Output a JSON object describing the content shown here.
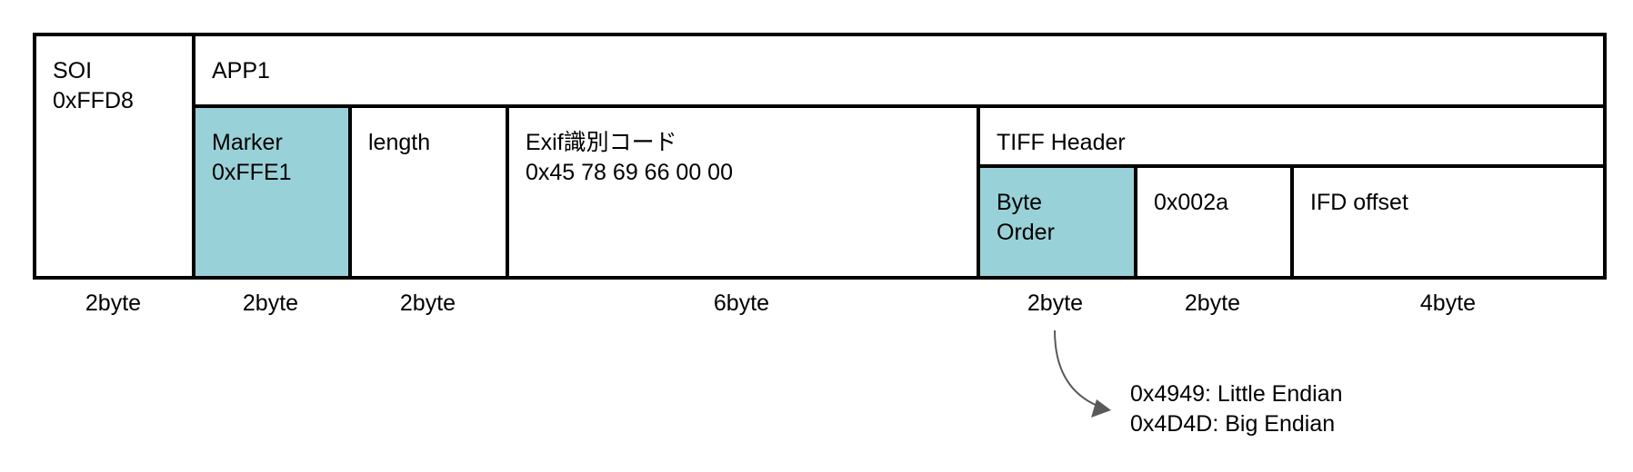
{
  "cells": {
    "soi": {
      "label": "SOI\n0xFFD8"
    },
    "app1": {
      "label": "APP1"
    },
    "marker": {
      "label": "Marker\n0xFFE1"
    },
    "length": {
      "label": "length"
    },
    "exif": {
      "label": "Exif識別コード\n0x45 78 69 66 00 00"
    },
    "tiff": {
      "label": "TIFF Header"
    },
    "byte_order": {
      "label": "Byte\nOrder"
    },
    "magic": {
      "label": "0x002a"
    },
    "ifd_offset": {
      "label": "IFD offset"
    }
  },
  "sizes": [
    "2byte",
    "2byte",
    "2byte",
    "6byte",
    "2byte",
    "2byte",
    "4byte"
  ],
  "note": {
    "line1": "0x4949: Little Endian",
    "line2": "0x4D4D: Big Endian"
  },
  "colors": {
    "highlight": "#99d1d8",
    "border": "#000000",
    "arrow": "#595959"
  }
}
